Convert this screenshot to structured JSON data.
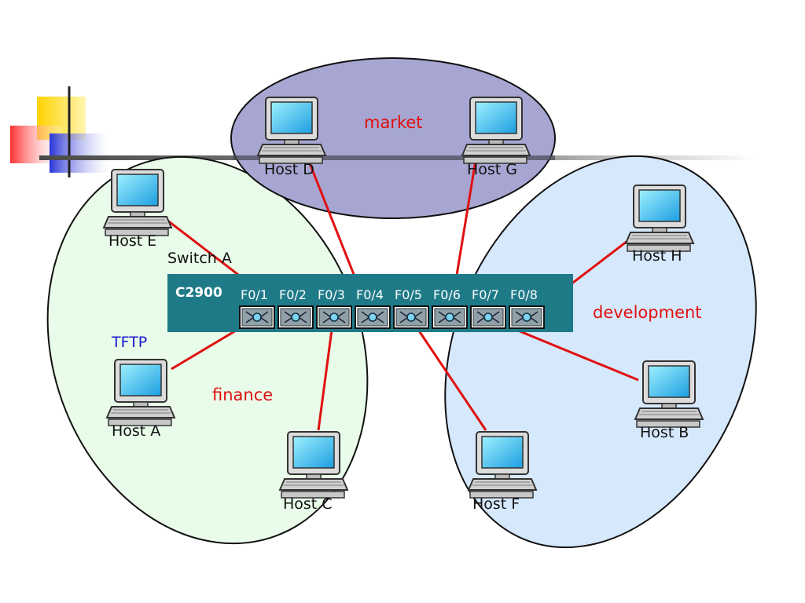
{
  "groups": {
    "market": "market",
    "finance": "finance",
    "development": "development"
  },
  "switch": {
    "name": "Switch A",
    "model": "C2900",
    "ports": [
      "F0/1",
      "F0/2",
      "F0/3",
      "F0/4",
      "F0/5",
      "F0/6",
      "F0/7",
      "F0/8"
    ]
  },
  "hosts": {
    "host_d": "Host D",
    "host_g": "Host G",
    "host_e": "Host E",
    "host_h": "Host H",
    "host_a": "Host A",
    "host_b": "Host B",
    "host_c": "Host C",
    "host_f": "Host F"
  },
  "tftp_label": "TFTP",
  "colors": {
    "market_fill": "#a7a6d2",
    "finance_fill": "#e9fbe9",
    "development_fill": "#d6e8fc",
    "switch_body": "#1f7a88",
    "link": "#e01010",
    "group_text": "#e01010",
    "tftp_text": "#1a1ad0"
  },
  "icons": {
    "host": "desktop-computer-icon",
    "port": "ethernet-port-icon",
    "slide_decoration": "slide-corner-squares-icon"
  }
}
